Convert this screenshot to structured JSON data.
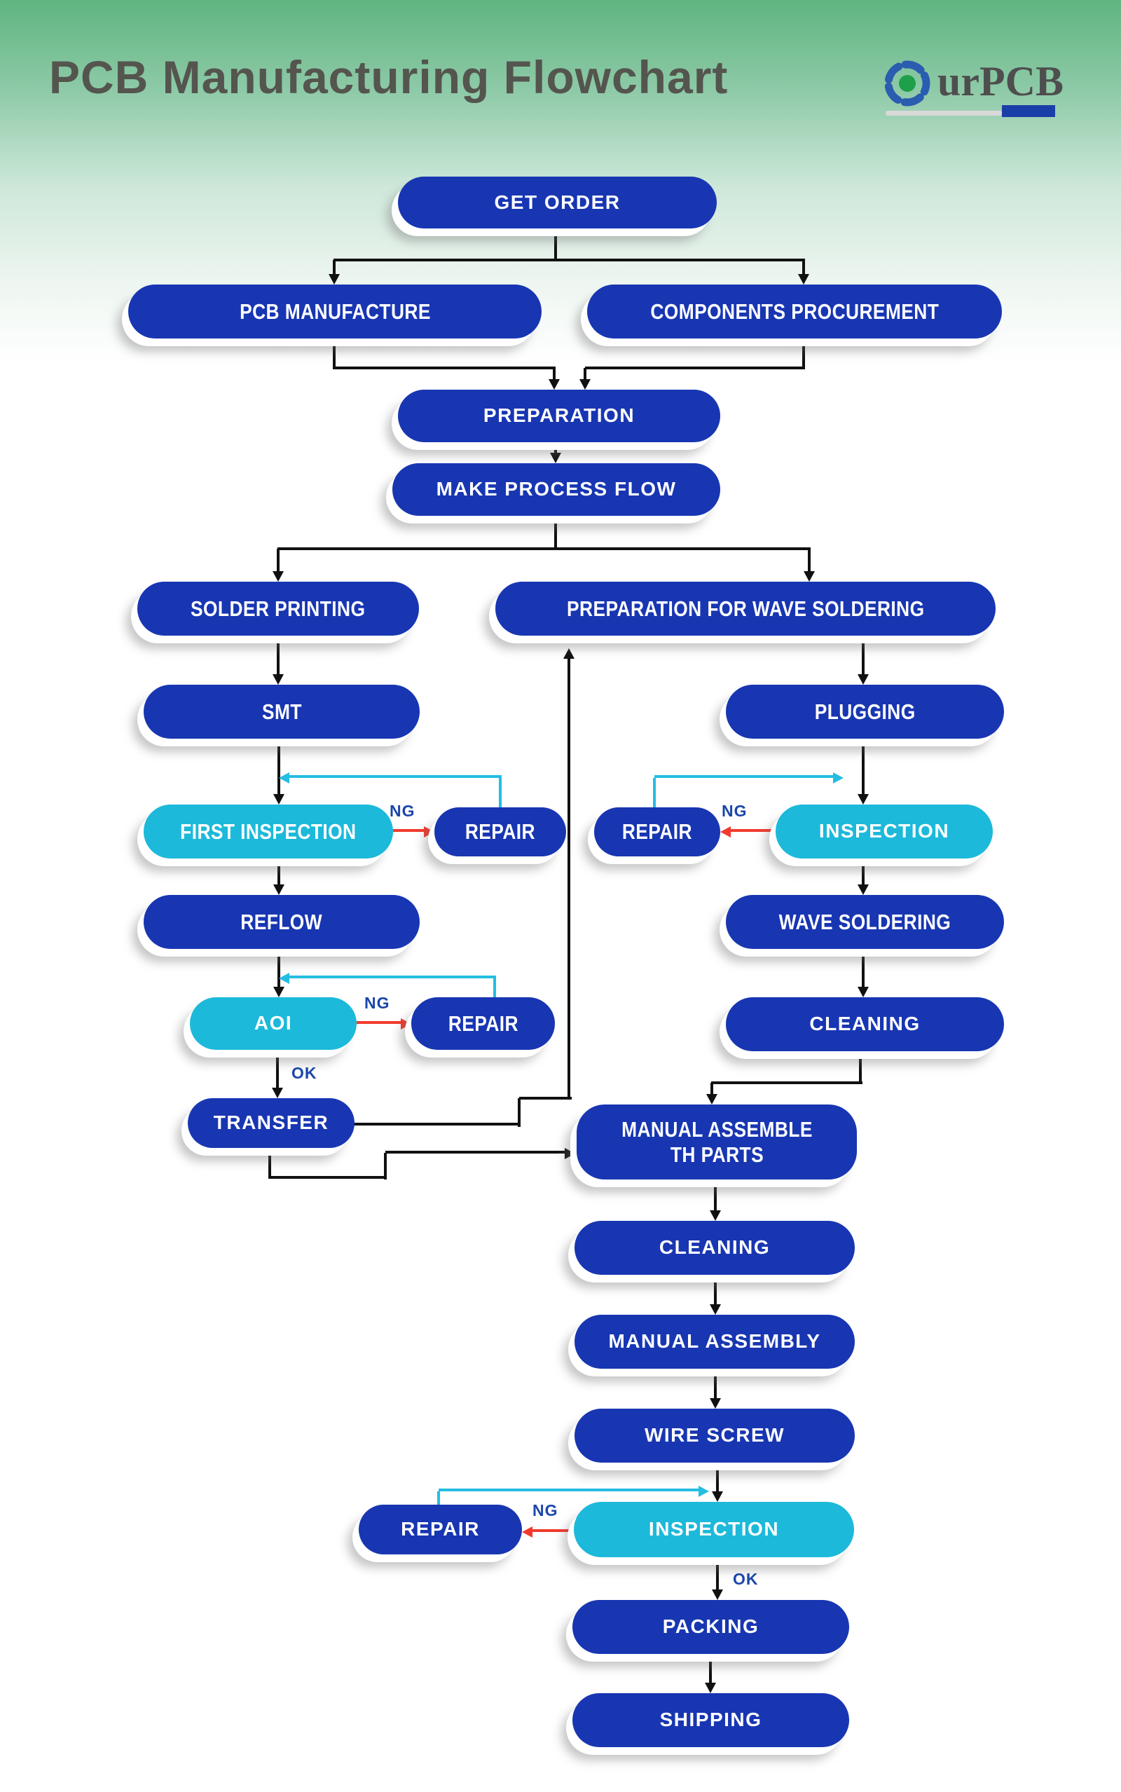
{
  "page": {
    "title": "PCB Manufacturing Flowchart"
  },
  "logo": {
    "text": "urPCB",
    "icon": "swirl-o-icon"
  },
  "labels": {
    "ng": "NG",
    "ok": "OK"
  },
  "colors": {
    "node_blue": "#1836b2",
    "node_cyan": "#1cb9da",
    "arrow_black": "#111111",
    "arrow_red": "#f23a2e",
    "arrow_cyan": "#25bde2",
    "tag_blue": "#1b46aa",
    "header_green": "#5fb580",
    "title_gray": "#54554e",
    "logo_blue": "#1b3fa8",
    "logo_green": "#1ea04a"
  },
  "nodes": [
    {
      "id": "get-order",
      "label": "GET ORDER"
    },
    {
      "id": "pcb-manufacture",
      "label": "PCB MANUFACTURE"
    },
    {
      "id": "components-procurement",
      "label": "COMPONENTS PROCUREMENT"
    },
    {
      "id": "preparation",
      "label": "PREPARATION"
    },
    {
      "id": "make-process-flow",
      "label": "MAKE PROCESS FLOW"
    },
    {
      "id": "solder-printing",
      "label": "SOLDER PRINTING"
    },
    {
      "id": "preparation-for-wave-soldering",
      "label": "PREPARATION FOR WAVE SOLDERING"
    },
    {
      "id": "smt",
      "label": "SMT"
    },
    {
      "id": "plugging",
      "label": "PLUGGING"
    },
    {
      "id": "first-inspection",
      "label": "FIRST INSPECTION"
    },
    {
      "id": "repair-smt",
      "label": "REPAIR"
    },
    {
      "id": "repair-plugging",
      "label": "REPAIR"
    },
    {
      "id": "inspection-plugging",
      "label": "INSPECTION"
    },
    {
      "id": "reflow",
      "label": "REFLOW"
    },
    {
      "id": "wave-soldering",
      "label": "WAVE SOLDERING"
    },
    {
      "id": "aoi",
      "label": "AOI"
    },
    {
      "id": "repair-aoi",
      "label": "REPAIR"
    },
    {
      "id": "cleaning-wave",
      "label": "CLEANING"
    },
    {
      "id": "transfer",
      "label": "TRANSFER"
    },
    {
      "id": "manual-assemble-th-parts",
      "label": "MANUAL ASSEMBLE TH PARTS",
      "lines": [
        "MANUAL ASSEMBLE",
        "TH PARTS"
      ]
    },
    {
      "id": "cleaning-final",
      "label": "CLEANING"
    },
    {
      "id": "manual-assembly",
      "label": "MANUAL ASSEMBLY"
    },
    {
      "id": "wire-screw",
      "label": "WIRE SCREW"
    },
    {
      "id": "repair-final",
      "label": "REPAIR"
    },
    {
      "id": "final-inspection",
      "label": "INSPECTION"
    },
    {
      "id": "packing",
      "label": "PACKING"
    },
    {
      "id": "shipping",
      "label": "SHIPPING"
    }
  ],
  "edges": [
    {
      "from": "get-order",
      "to": "pcb-manufacture",
      "kind": "flow"
    },
    {
      "from": "get-order",
      "to": "components-procurement",
      "kind": "flow"
    },
    {
      "from": "pcb-manufacture",
      "to": "preparation",
      "kind": "flow"
    },
    {
      "from": "components-procurement",
      "to": "preparation",
      "kind": "flow"
    },
    {
      "from": "preparation",
      "to": "make-process-flow",
      "kind": "flow"
    },
    {
      "from": "make-process-flow",
      "to": "solder-printing",
      "kind": "flow"
    },
    {
      "from": "make-process-flow",
      "to": "preparation-for-wave-soldering",
      "kind": "flow"
    },
    {
      "from": "solder-printing",
      "to": "smt",
      "kind": "flow"
    },
    {
      "from": "smt",
      "to": "first-inspection",
      "kind": "flow"
    },
    {
      "from": "first-inspection",
      "to": "repair-smt",
      "kind": "ng",
      "label": "NG"
    },
    {
      "from": "repair-smt",
      "to": "first-inspection",
      "kind": "rework"
    },
    {
      "from": "first-inspection",
      "to": "reflow",
      "kind": "flow"
    },
    {
      "from": "reflow",
      "to": "aoi",
      "kind": "flow"
    },
    {
      "from": "aoi",
      "to": "repair-aoi",
      "kind": "ng",
      "label": "NG"
    },
    {
      "from": "repair-aoi",
      "to": "aoi",
      "kind": "rework"
    },
    {
      "from": "aoi",
      "to": "transfer",
      "kind": "flow",
      "label": "OK"
    },
    {
      "from": "transfer",
      "to": "preparation-for-wave-soldering",
      "kind": "flow"
    },
    {
      "from": "preparation-for-wave-soldering",
      "to": "plugging",
      "kind": "flow"
    },
    {
      "from": "plugging",
      "to": "inspection-plugging",
      "kind": "flow"
    },
    {
      "from": "inspection-plugging",
      "to": "repair-plugging",
      "kind": "ng",
      "label": "NG"
    },
    {
      "from": "repair-plugging",
      "to": "inspection-plugging",
      "kind": "rework"
    },
    {
      "from": "inspection-plugging",
      "to": "wave-soldering",
      "kind": "flow"
    },
    {
      "from": "wave-soldering",
      "to": "cleaning-wave",
      "kind": "flow"
    },
    {
      "from": "cleaning-wave",
      "to": "manual-assemble-th-parts",
      "kind": "flow"
    },
    {
      "from": "transfer",
      "to": "manual-assemble-th-parts",
      "kind": "flow"
    },
    {
      "from": "manual-assemble-th-parts",
      "to": "cleaning-final",
      "kind": "flow"
    },
    {
      "from": "cleaning-final",
      "to": "manual-assembly",
      "kind": "flow"
    },
    {
      "from": "manual-assembly",
      "to": "wire-screw",
      "kind": "flow"
    },
    {
      "from": "wire-screw",
      "to": "final-inspection",
      "kind": "flow"
    },
    {
      "from": "final-inspection",
      "to": "repair-final",
      "kind": "ng",
      "label": "NG"
    },
    {
      "from": "repair-final",
      "to": "final-inspection",
      "kind": "rework"
    },
    {
      "from": "final-inspection",
      "to": "packing",
      "kind": "flow",
      "label": "OK"
    },
    {
      "from": "packing",
      "to": "shipping",
      "kind": "flow"
    }
  ]
}
